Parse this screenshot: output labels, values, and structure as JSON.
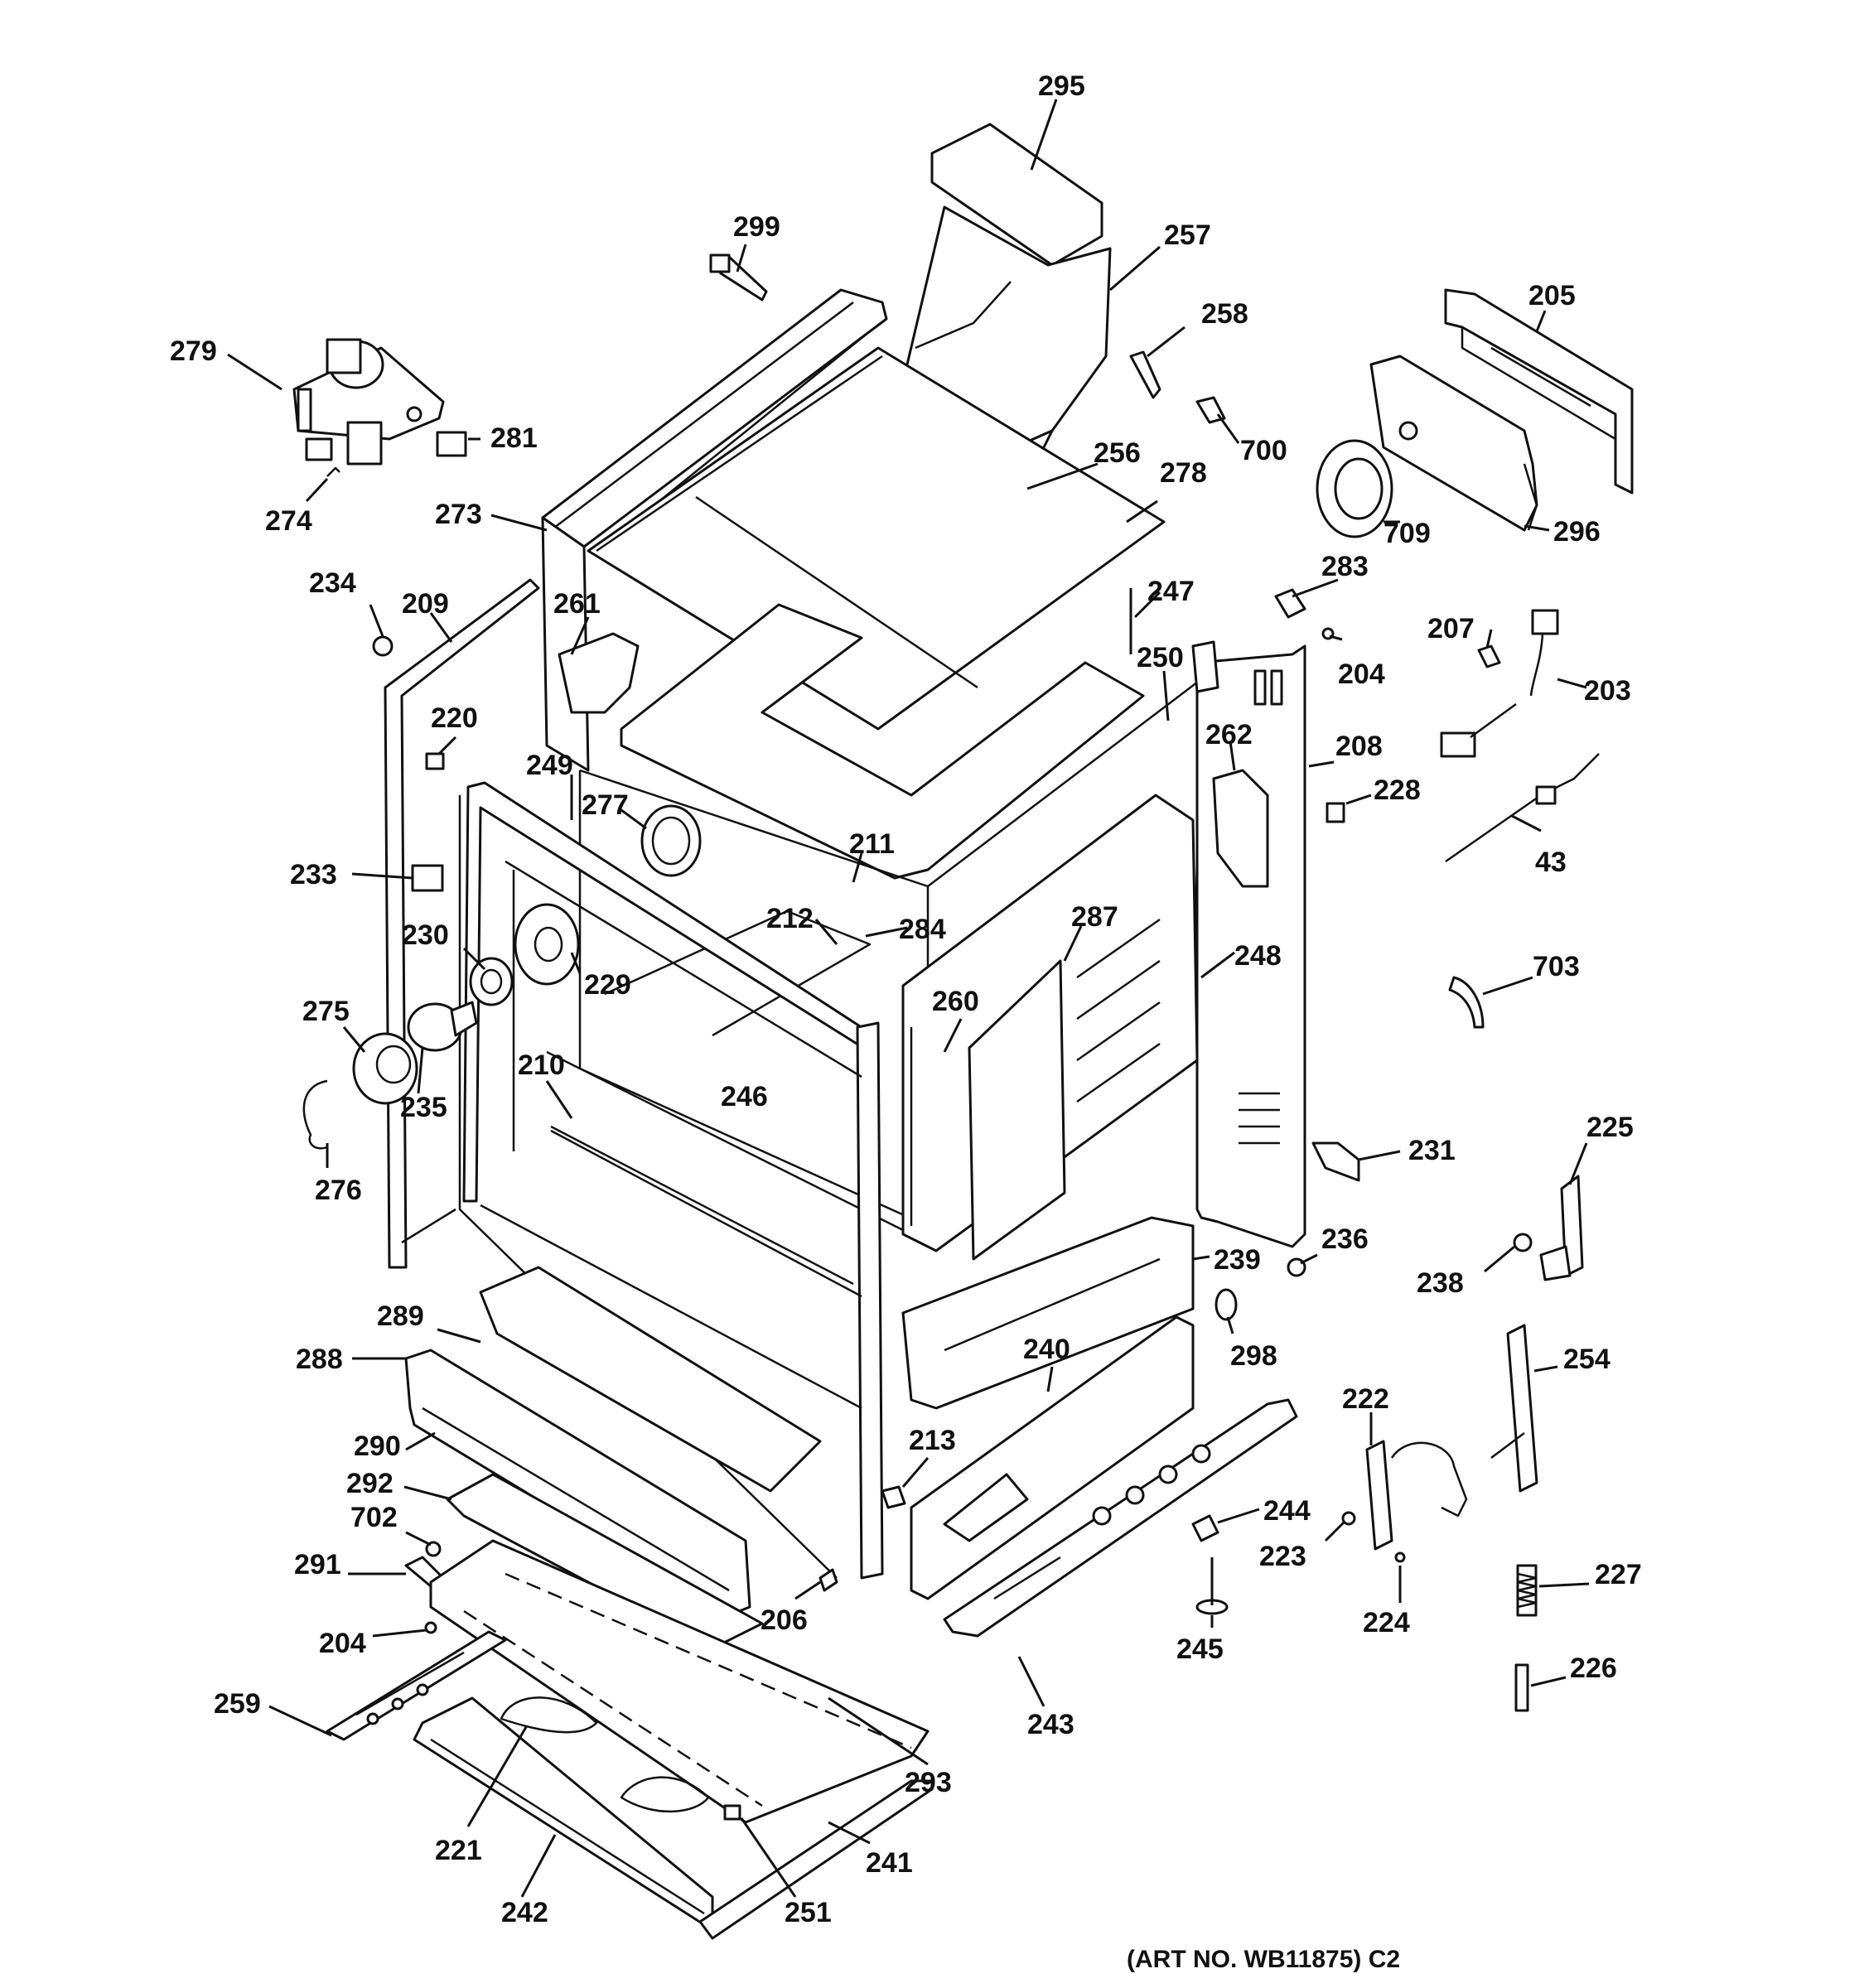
{
  "diagram": {
    "art_number": "(ART NO. WB11875) C2",
    "callouts": {
      "c295": "295",
      "c299": "299",
      "c257": "257",
      "c258": "258",
      "c205": "205",
      "c279": "279",
      "c281": "281",
      "c274": "274",
      "c273": "273",
      "c700": "700",
      "c256": "256",
      "c278": "278",
      "c709": "709",
      "c296": "296",
      "c234": "234",
      "c209": "209",
      "c261": "261",
      "c247": "247",
      "c283": "283",
      "c207": "207",
      "c250": "250",
      "c204a": "204",
      "c203": "203",
      "c220": "220",
      "c262": "262",
      "c208": "208",
      "c249": "249",
      "c277": "277",
      "c228": "228",
      "c233": "233",
      "c211": "211",
      "c43": "43",
      "c230": "230",
      "c212": "212",
      "c284": "284",
      "c287": "287",
      "c248": "248",
      "c229": "229",
      "c703": "703",
      "c275": "275",
      "c260": "260",
      "c210": "210",
      "c246": "246",
      "c235": "235",
      "c231": "231",
      "c225": "225",
      "c276": "276",
      "c236": "236",
      "c239": "239",
      "c238": "238",
      "c289": "289",
      "c298": "298",
      "c240": "240",
      "c288": "288",
      "c254": "254",
      "c222": "222",
      "c290": "290",
      "c213": "213",
      "c292": "292",
      "c244": "244",
      "c702": "702",
      "c223": "223",
      "c291": "291",
      "c227": "227",
      "c206": "206",
      "c224": "224",
      "c204b": "204",
      "c245": "245",
      "c226": "226",
      "c259": "259",
      "c243": "243",
      "c293": "293",
      "c221": "221",
      "c241": "241",
      "c242": "242",
      "c251": "251"
    }
  }
}
